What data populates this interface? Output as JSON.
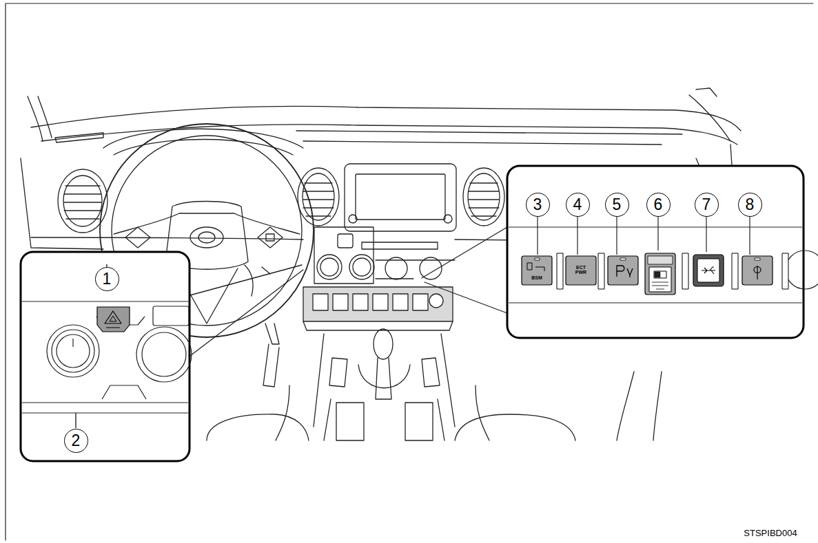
{
  "diagram": {
    "nodes": [
      {
        "text": [
          "1"
        ]
      },
      {
        "text": [
          "2"
        ]
      },
      {
        "text": [
          "3"
        ]
      },
      {
        "text": [
          "4"
        ]
      },
      {
        "text": [
          "5"
        ]
      },
      {
        "text": [
          "6"
        ]
      },
      {
        "text": [
          "7"
        ]
      },
      {
        "text": [
          "8"
        ]
      }
    ],
    "labels": [
      "BSM",
      "ECT PWR",
      "STSPIBD004"
    ]
  }
}
